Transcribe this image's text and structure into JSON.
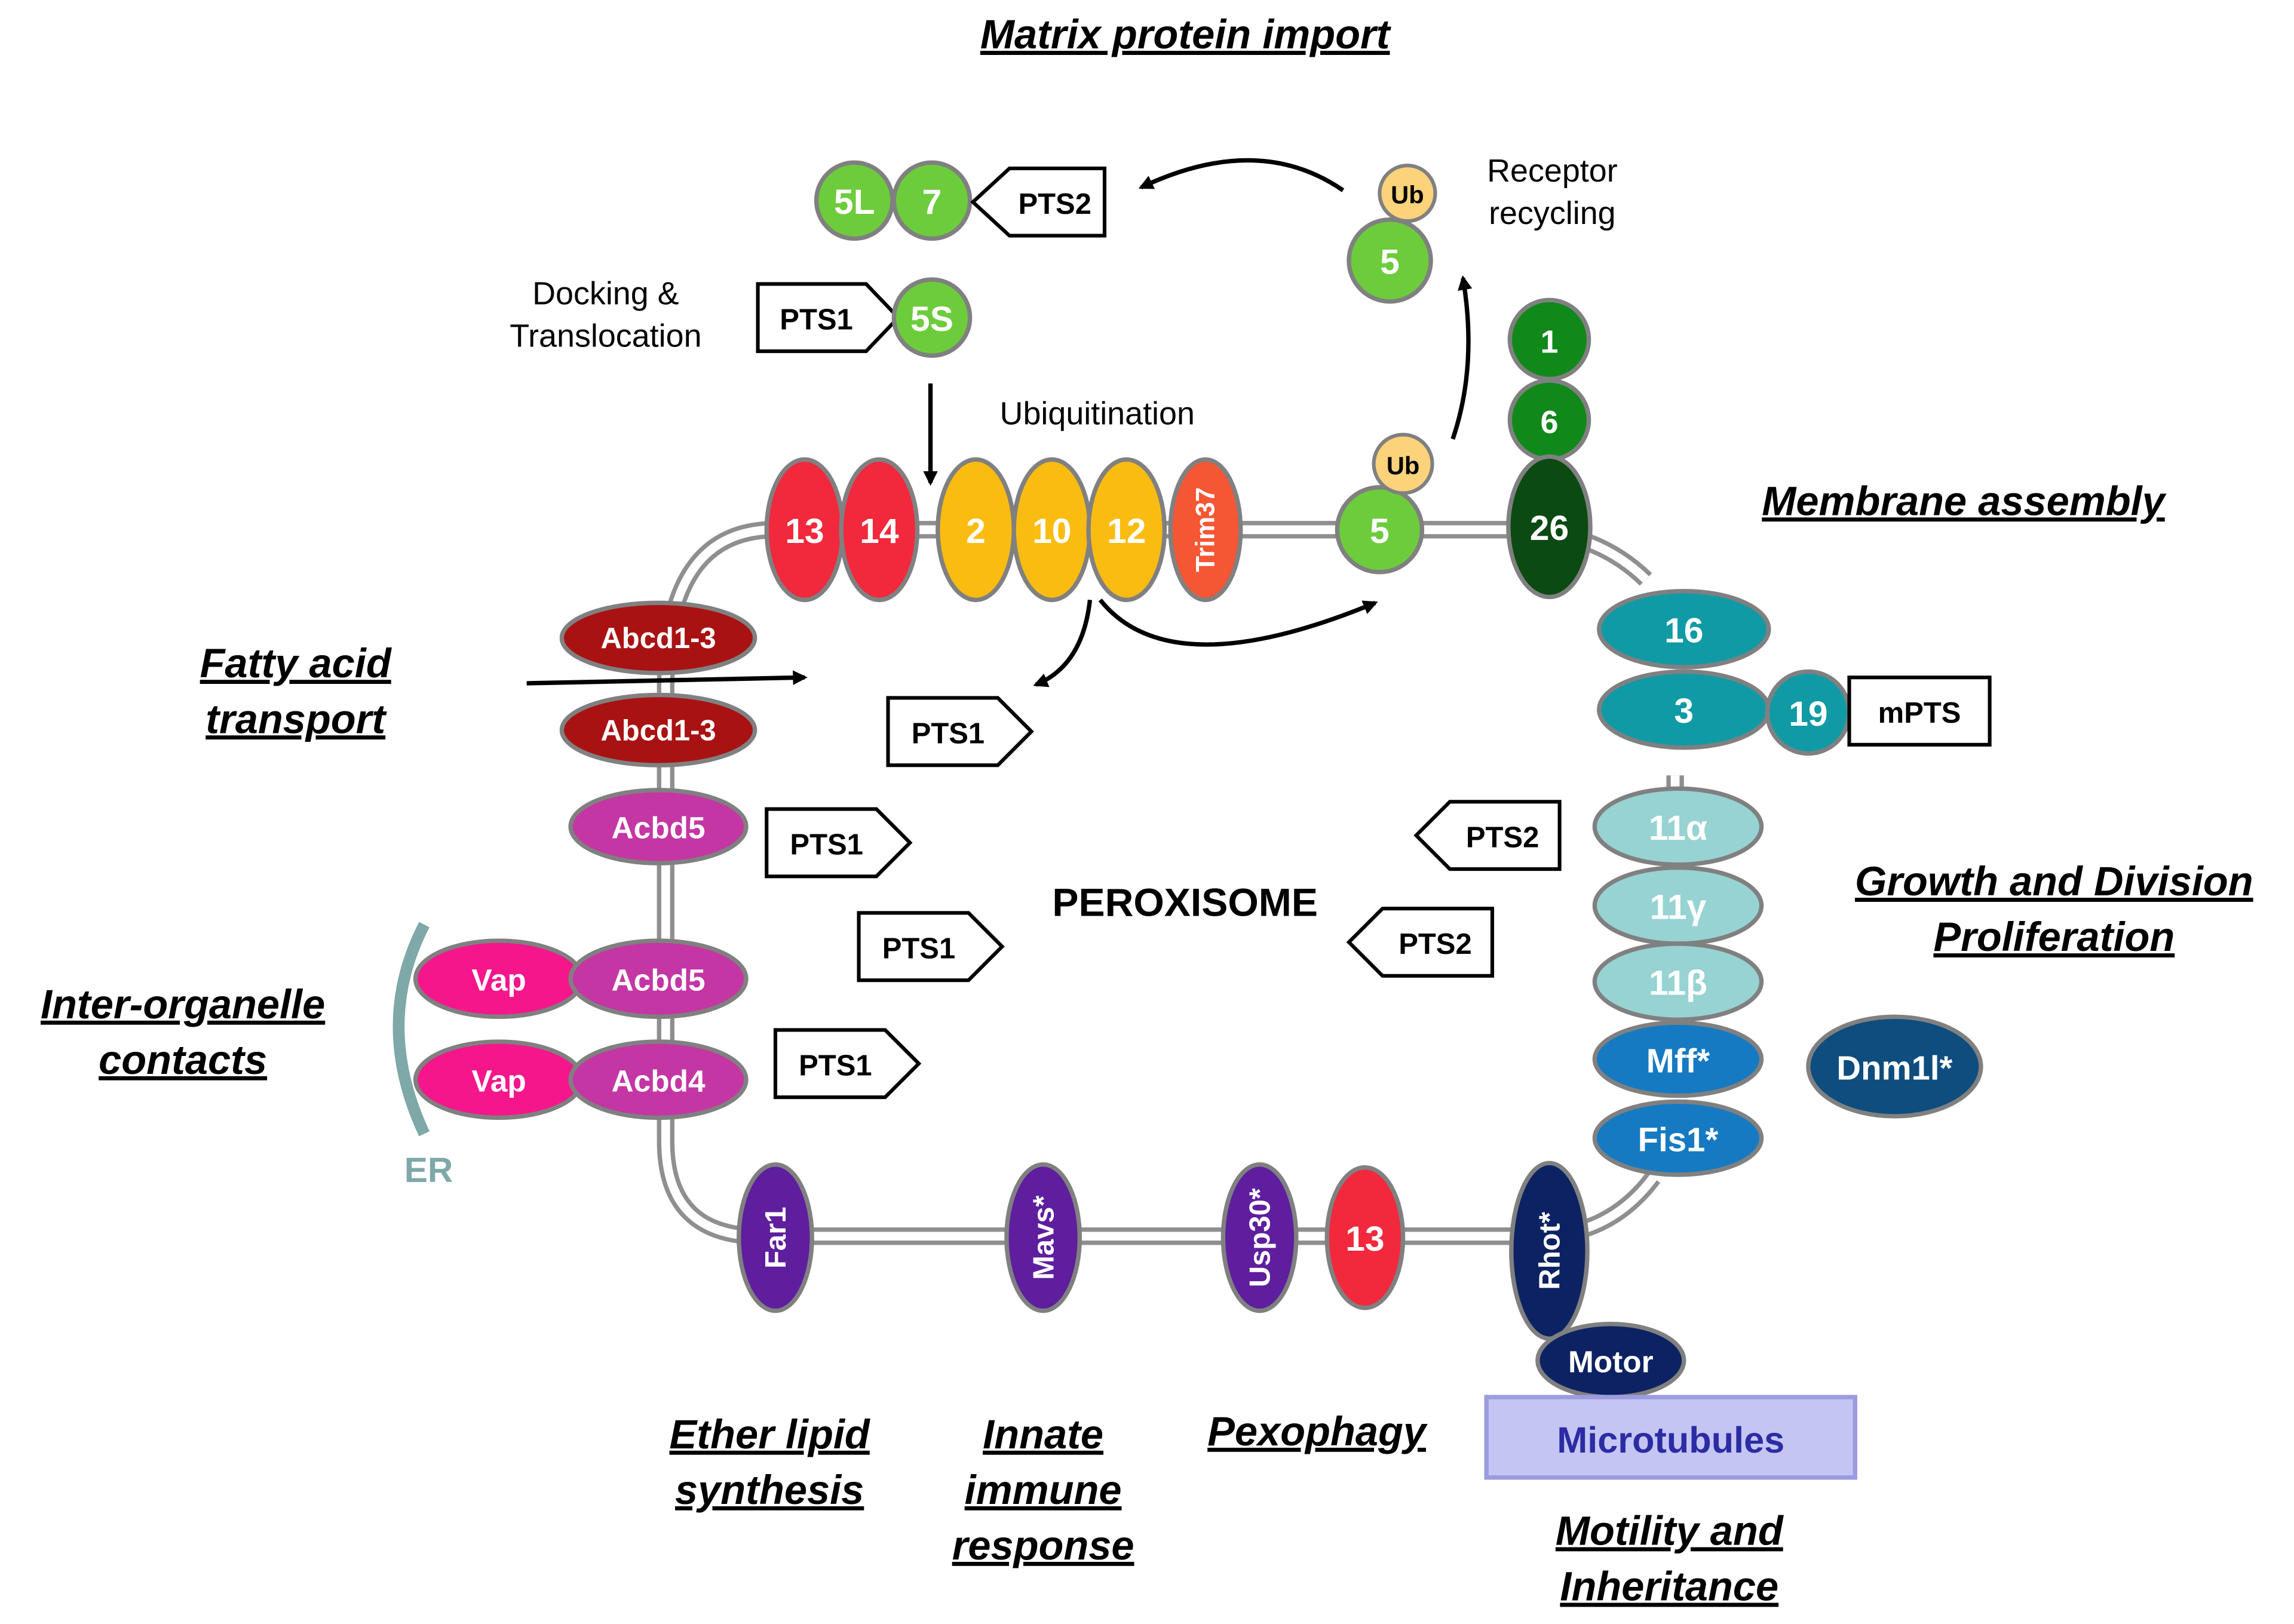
{
  "colors": {
    "membrane": "#8f8f8f",
    "outline": "#808080",
    "green": "#6dcc3c",
    "dark_green": "#10891a",
    "darkest_green": "#0b4a12",
    "ub": "#fcd27a",
    "red": "#f2283c",
    "orange_red": "#f55633",
    "yellow": "#fbbc12",
    "dark_red": "#a91212",
    "magenta": "#c436a4",
    "pink": "#f5168c",
    "teal": "#109aa6",
    "light_teal": "#97d3d3",
    "blue": "#157ac2",
    "dark_blue": "#0e4d7e",
    "purple": "#5e1e9e",
    "navy": "#0c2263",
    "er": "#7fa8a8",
    "microtubule_fill": "#c4c5f2",
    "microtubule_border": "#9b9ce0",
    "microtubule_text": "#2b2ca3"
  },
  "center_label": "PEROXISOME",
  "er_label": "ER",
  "captions": {
    "matrix_protein_import": "Matrix protein import",
    "membrane_assembly": "Membrane assembly",
    "fatty_acid_1": "Fatty acid",
    "fatty_acid_2": "transport",
    "growth_1": "Growth and Division",
    "growth_2": "Proliferation",
    "inter_1": "Inter-organelle",
    "inter_2": "contacts",
    "ether_1": "Ether lipid",
    "ether_2": "synthesis",
    "innate_1": "Innate",
    "innate_2": "immune",
    "innate_3": "response",
    "pexophagy": "Pexophagy",
    "motility_1": "Motility and",
    "motility_2": "Inheritance"
  },
  "annotations": {
    "docking_1": "Docking &",
    "docking_2": "Translocation",
    "recycling_1": "Receptor",
    "recycling_2": "recycling",
    "ubiquitination": "Ubiquitination"
  },
  "proteins": {
    "pex5l": "5L",
    "pex7": "7",
    "pex5s": "5S",
    "pex5_recycled": "5",
    "ub_recycled": "Ub",
    "pex5_membrane": "5",
    "ub_membrane": "Ub",
    "pex1": "1",
    "pex6": "6",
    "pex26": "26",
    "pex13_top": "13",
    "pex14": "14",
    "pex2": "2",
    "pex10": "10",
    "pex12": "12",
    "trim37": "Trim37",
    "abcd_top": "Abcd1-3",
    "abcd_bottom": "Abcd1-3",
    "acbd5_top": "Acbd5",
    "vap_top": "Vap",
    "acbd5_bottom": "Acbd5",
    "vap_bottom": "Vap",
    "acbd4": "Acbd4",
    "pex16": "16",
    "pex3": "3",
    "pex19": "19",
    "pex11a": "11α",
    "pex11g": "11γ",
    "pex11b": "11β",
    "mff": "Mff*",
    "fis1": "Fis1*",
    "dnm1l": "Dnm1l*",
    "far1": "Far1",
    "mavs": "Mavs*",
    "usp30": "Usp30*",
    "pex13_bottom": "13",
    "rhot": "Rhot*",
    "motor": "Motor"
  },
  "signals": {
    "pts2_top": "PTS2",
    "pts1_top": "PTS1",
    "pts1_released": "PTS1",
    "mpts": "mPTS",
    "pts1_a": "PTS1",
    "pts1_b": "PTS1",
    "pts1_c": "PTS1",
    "pts2_a": "PTS2",
    "pts2_b": "PTS2"
  },
  "microtubules": "Microtubules"
}
